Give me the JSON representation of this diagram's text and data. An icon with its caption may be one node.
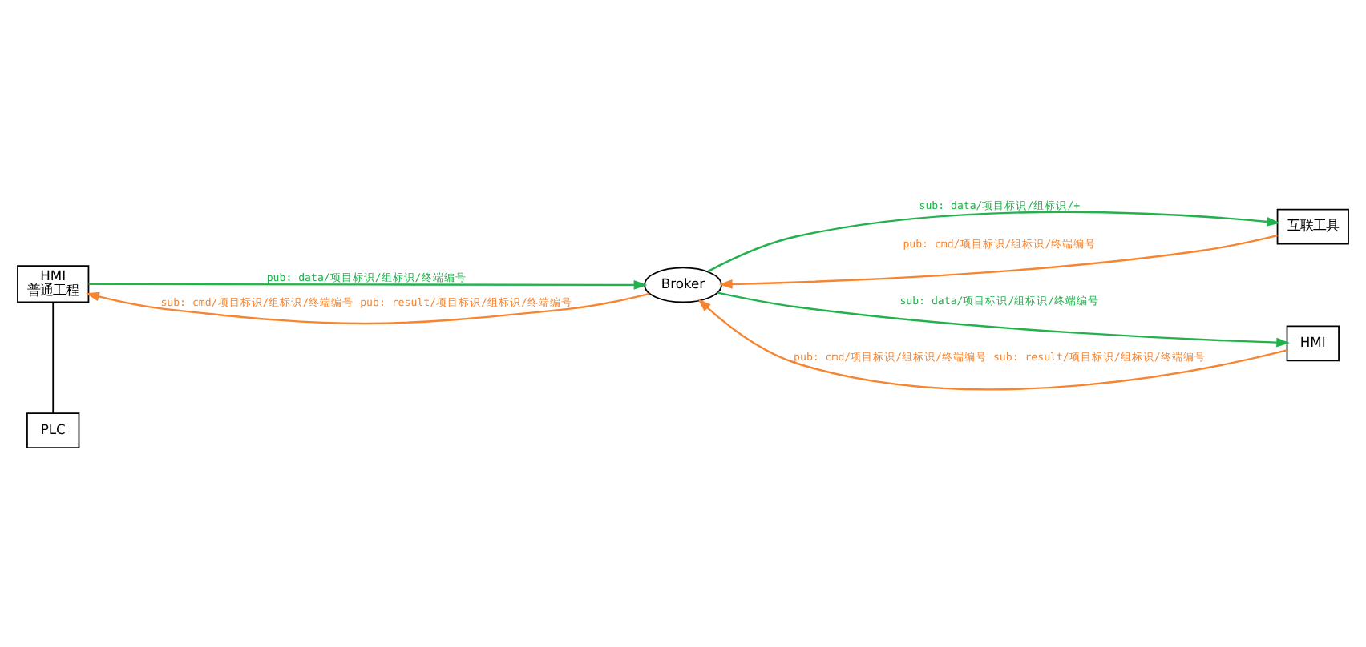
{
  "diagram": {
    "nodes": [
      {
        "text": [
          "HMI",
          "普通工程"
        ]
      },
      {
        "text": [
          "PLC"
        ]
      },
      {
        "text": [
          "Broker"
        ]
      },
      {
        "text": [
          "互联工具"
        ]
      },
      {
        "text": [
          "HMI"
        ]
      }
    ],
    "edges": [
      {
        "from": 0,
        "to": 2,
        "arrow": "to",
        "label": "pub: data/项目标识/组标识/终端编号",
        "color": "#22b14c"
      },
      {
        "from": 2,
        "to": 0,
        "arrow": "to",
        "label": "sub: cmd/项目标识/组标识/终端编号 pub: result/项目标识/组标识/终端编号",
        "color": "#f7842f"
      },
      {
        "from": 0,
        "to": 1,
        "arrow": "none",
        "color": "#000000"
      },
      {
        "from": 2,
        "to": 3,
        "arrow": "to",
        "label": "sub: data/项目标识/组标识/+",
        "color": "#22b14c"
      },
      {
        "from": 3,
        "to": 2,
        "arrow": "to",
        "label": "pub: cmd/项目标识/组标识/终端编号",
        "color": "#f7842f"
      },
      {
        "from": 2,
        "to": 4,
        "arrow": "to",
        "label": "sub: data/项目标识/组标识/终端编号",
        "color": "#22b14c"
      },
      {
        "from": 4,
        "to": 2,
        "arrow": "to",
        "label": "pub: cmd/项目标识/组标识/终端编号 sub: result/项目标识/组标识/终端编号",
        "color": "#f7842f"
      }
    ]
  }
}
